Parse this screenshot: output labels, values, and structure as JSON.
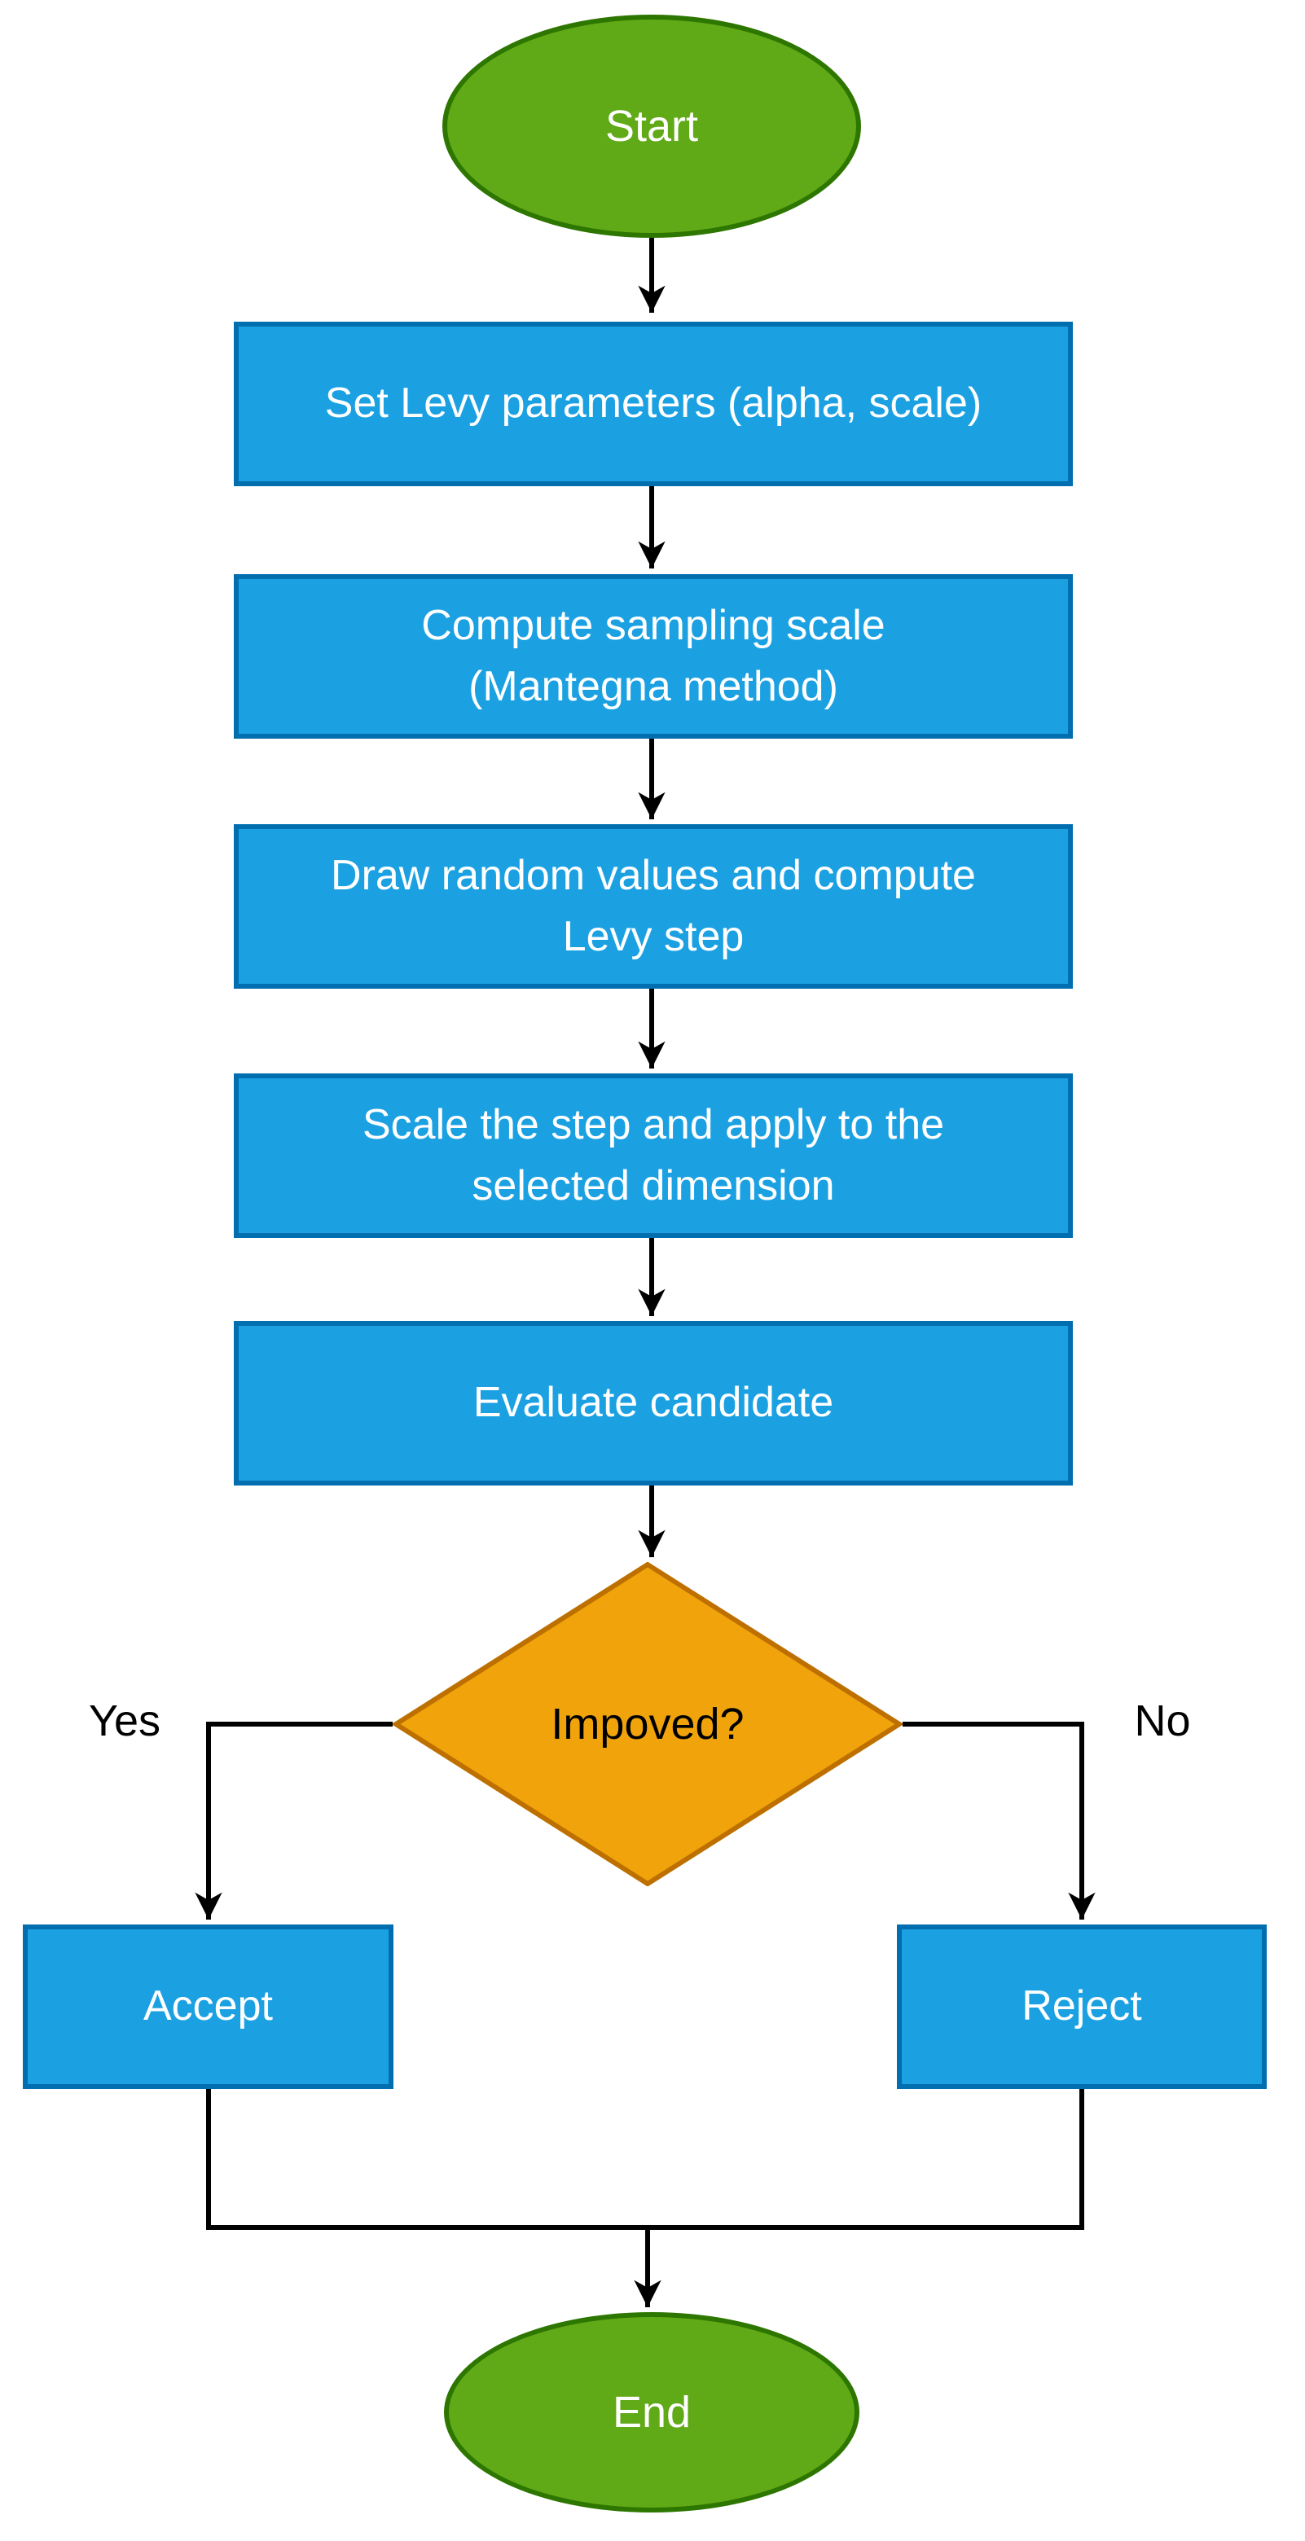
{
  "colors": {
    "process_fill": "#1BA1E2",
    "process_stroke": "#006EAF",
    "terminal_fill": "#60A917",
    "terminal_stroke": "#2D7600",
    "decision_fill": "#F0A30A",
    "decision_stroke": "#BD7000",
    "connector": "#000000",
    "text_on_shape": "#FFFFFF",
    "label_text": "#000000",
    "background": "#FFFFFF"
  },
  "nodes": {
    "start": {
      "shape": "terminator",
      "label": "Start"
    },
    "set_params": {
      "shape": "process",
      "lines": [
        "Set Levy parameters (alpha, scale)"
      ]
    },
    "sampling_scale": {
      "shape": "process",
      "lines": [
        "Compute sampling scale",
        "(Mantegna method)"
      ]
    },
    "draw_random": {
      "shape": "process",
      "lines": [
        "Draw random values and compute",
        "Levy step"
      ]
    },
    "scale_step": {
      "shape": "process",
      "lines": [
        "Scale the step and apply to the",
        "selected dimension"
      ]
    },
    "evaluate": {
      "shape": "process",
      "lines": [
        "Evaluate candidate"
      ]
    },
    "decision": {
      "shape": "decision",
      "label": "Impoved?"
    },
    "accept": {
      "shape": "process",
      "label": "Accept"
    },
    "reject": {
      "shape": "process",
      "label": "Reject"
    },
    "end": {
      "shape": "terminator",
      "label": "End"
    }
  },
  "edge_labels": {
    "yes": "Yes",
    "no": "No"
  }
}
